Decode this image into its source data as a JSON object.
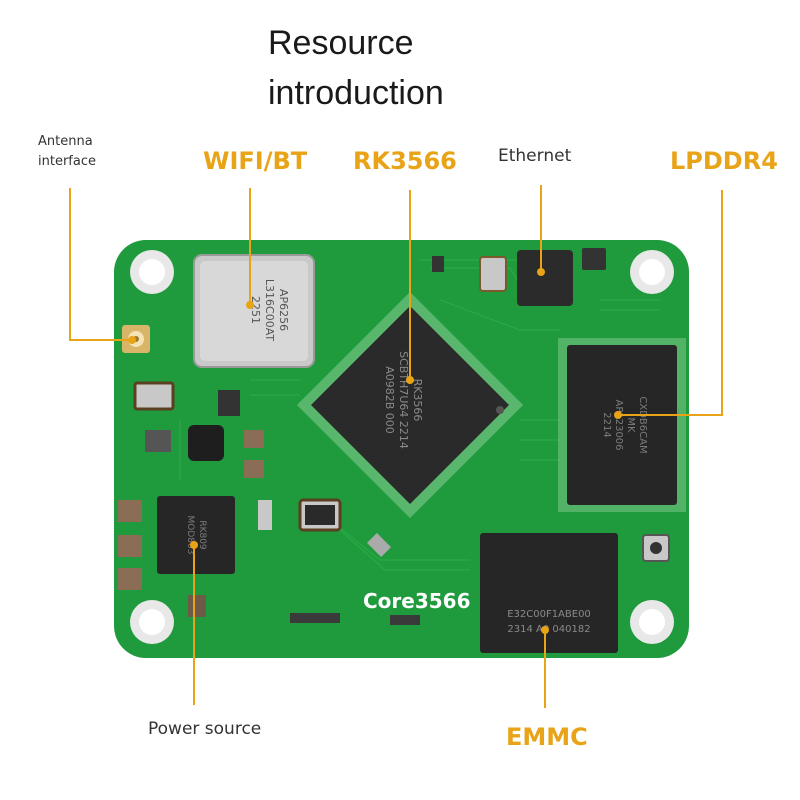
{
  "title": {
    "line1": "Resource",
    "line2": "introduction"
  },
  "labels": {
    "antenna_line1": "Antenna",
    "antenna_line2": "interface",
    "wifi": "WIFI/BT",
    "soc": "RK3566",
    "ethernet": "Ethernet",
    "lpddr": "LPDDR4",
    "power": "Power source",
    "emmc": "EMMC"
  },
  "board": {
    "silkscreen": "Core3566",
    "soc_chip_text": [
      "RK3566",
      "SCBTH7U64 2214",
      "A0982B 000"
    ],
    "wifi_chip_text": [
      "AP6256",
      "L316C00AT",
      "2251"
    ],
    "emmc_chip_text": [
      "E32C00F1ABE00",
      "2314 A0 040182"
    ],
    "ram_chip_text": [
      "CXDB6CAM",
      "MK",
      "AP123006",
      "2214"
    ],
    "pmu_chip_text": [
      "RK809",
      "MOD803"
    ]
  },
  "colors": {
    "accent": "#e8a317",
    "pcb": "#1f9a3c",
    "pcb_dark": "#157a2c",
    "chip": "#2a2a2a"
  }
}
